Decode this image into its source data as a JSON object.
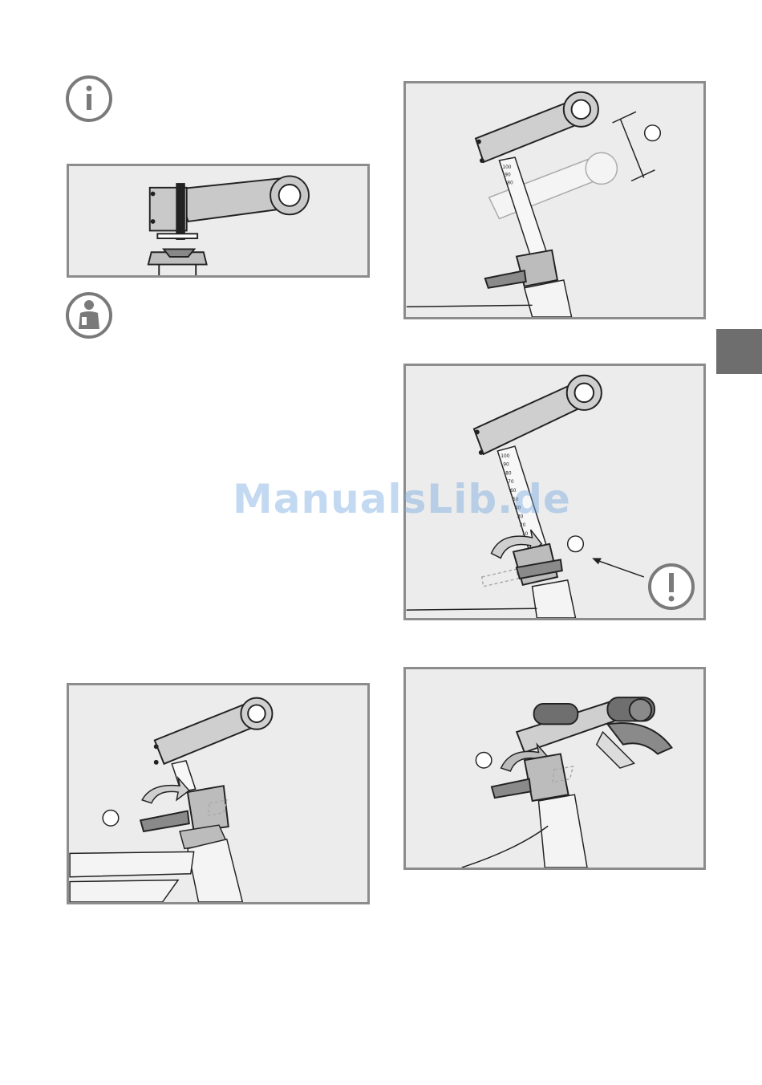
{
  "watermark": "ManualsLib.de",
  "icons": {
    "info": "info-icon",
    "mechanic": "mechanic-icon",
    "warning": "exclamation-warning-icon"
  },
  "colors": {
    "panel_bg": "#ececec",
    "panel_border": "#8c8c8c",
    "side_tab": "#6e6e6e",
    "icon_gray": "#7a7a7a"
  },
  "figures": {
    "stem_top": {
      "scale_labels": [
        "100",
        "90",
        "80"
      ]
    },
    "stem_scale": {
      "scale_labels": [
        "100",
        "90",
        "80",
        "70",
        "60",
        "50",
        "40",
        "30",
        "20",
        "10"
      ]
    }
  }
}
